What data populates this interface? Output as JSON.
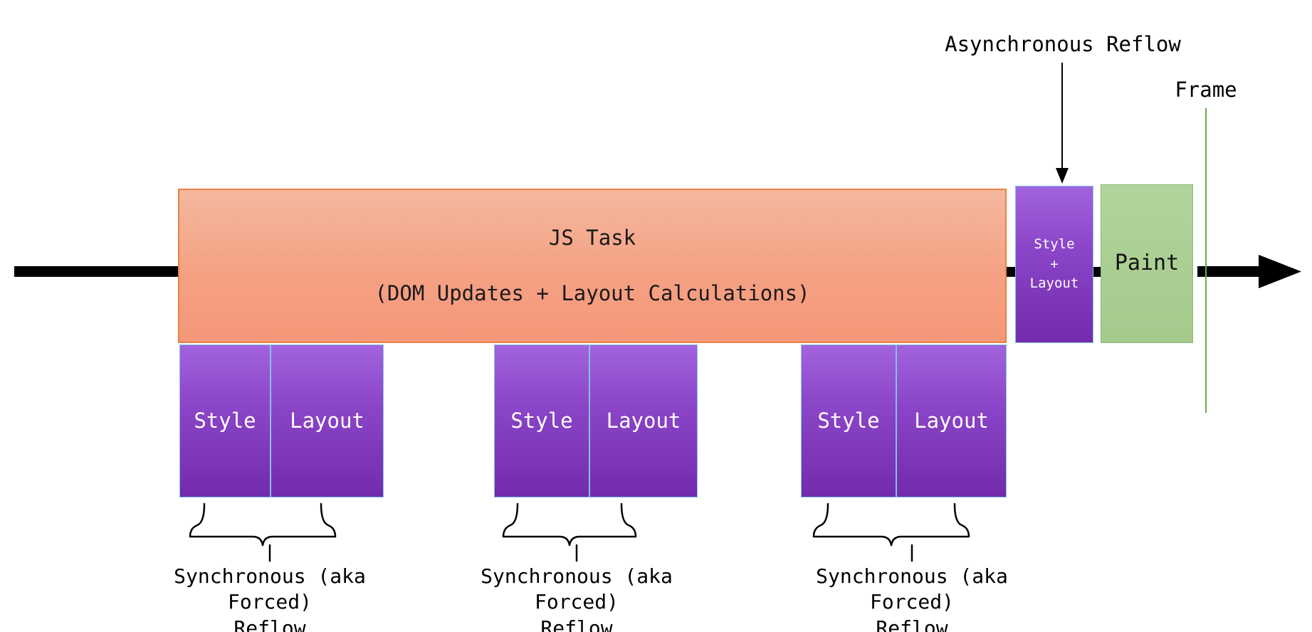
{
  "diagram": {
    "title_absent": true,
    "annotations": {
      "async_reflow": "Asynchronous Reflow",
      "frame": "Frame"
    },
    "js_task": {
      "line1": "JS Task",
      "line2": "(DOM Updates + Layout Calculations)"
    },
    "sync_reflows": [
      {
        "style_label": "Style",
        "layout_label": "Layout",
        "caption": "Synchronous (aka Forced)\nReflow"
      },
      {
        "style_label": "Style",
        "layout_label": "Layout",
        "caption": "Synchronous (aka Forced)\nReflow"
      },
      {
        "style_label": "Style",
        "layout_label": "Layout",
        "caption": "Synchronous (aka Forced)\nReflow"
      }
    ],
    "async_block": {
      "label": "Style\n+\nLayout"
    },
    "paint_block": {
      "label": "Paint"
    },
    "colors": {
      "js_task_fill_top": "#f4b89e",
      "js_task_fill_bottom": "#f59779",
      "js_task_border": "#e8823f",
      "reflow_fill_top": "#a263dd",
      "reflow_fill_bottom": "#722bac",
      "reflow_border": "#7fc4e8",
      "paint_fill": "#a6ca8c",
      "paint_border": "#8fb87a",
      "timeline": "#000000",
      "frame_line": "#6aa84f",
      "text_on_dark": "#ffffff",
      "text_on_light": "#111111"
    }
  }
}
